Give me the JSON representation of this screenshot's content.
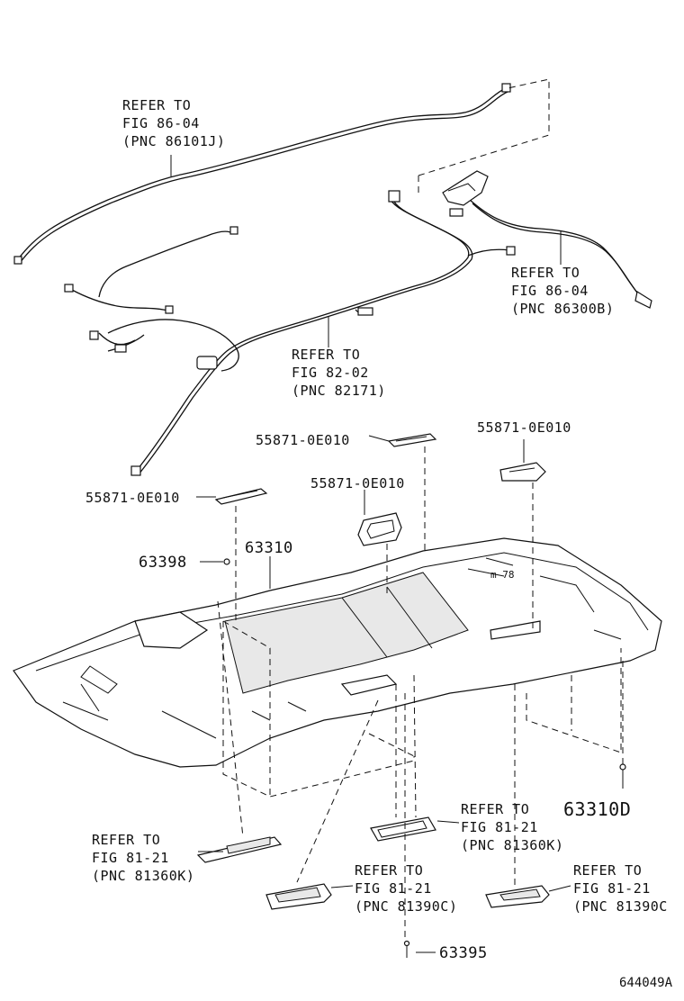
{
  "callouts": {
    "refer_8604_top": [
      "REFER TO",
      "FIG 86-04",
      "(PNC 86101J)"
    ],
    "refer_8604_right": [
      "REFER TO",
      "FIG 86-04",
      "(PNC 86300B)"
    ],
    "refer_8202": [
      "REFER TO",
      "FIG 82-02",
      "(PNC 82171)"
    ],
    "refer_8121_left": [
      "REFER TO",
      "FIG 81-21",
      "(PNC 81360K)"
    ],
    "refer_8121_center": [
      "REFER TO",
      "FIG 81-21",
      "(PNC 81360K)"
    ],
    "refer_8121_lamp": [
      "REFER TO",
      "FIG 81-21",
      "(PNC 81390C)"
    ],
    "refer_8121_right": [
      "REFER TO",
      "FIG 81-21",
      "(PNC 81390C"
    ]
  },
  "part_numbers": {
    "pad_left": "55871-0E010",
    "pad_top": "55871-0E010",
    "pad_mid": "55871-0E010",
    "pad_right": "55871-0E010",
    "headlining": "63310",
    "clip": "63398",
    "screw": "63395",
    "bolt": "63310D"
  },
  "illustration_code": "644049A"
}
